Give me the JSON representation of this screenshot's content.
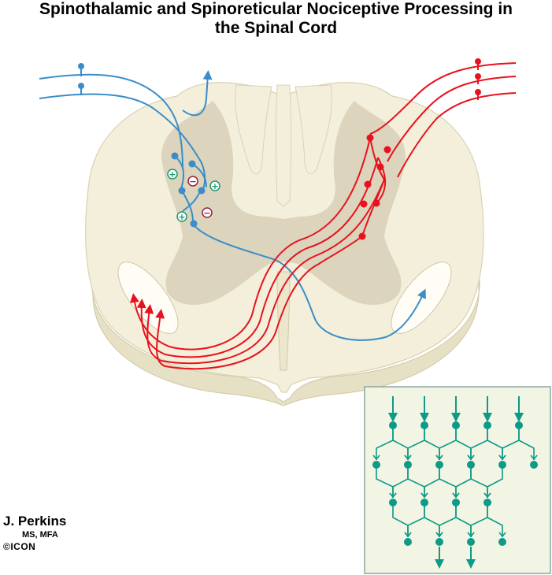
{
  "title": {
    "line1": "Spinothalamic and Spinoreticular Nociceptive Processing in",
    "line2": "the Spinal Cord"
  },
  "credit": {
    "name": "J. Perkins",
    "degrees": "MS, MFA",
    "logo": "©ICON"
  },
  "colors": {
    "cord_white_matter": "#f3efdb",
    "cord_gray_matter": "#dcd4bc",
    "cord_edge": "#e6e0c4",
    "blue_neurons": "#3a8dc8",
    "red_neurons": "#e8121e",
    "inset_neurons": "#0d9a86",
    "inset_background": "#f3f5e4",
    "excitatory_sign": "#1a9a6c",
    "inhibitory_sign": "#9a1f3c"
  },
  "symbols": {
    "excitatory": "+",
    "inhibitory": "−"
  },
  "icons": [
    "neuron-soma-icon",
    "synapse-fork-icon",
    "arrowhead-icon"
  ]
}
